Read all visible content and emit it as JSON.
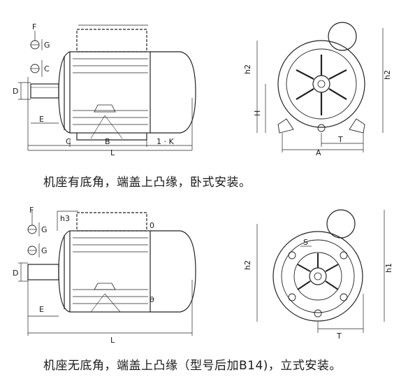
{
  "captions": {
    "top": "机座有底角，端盖上凸缘，卧式安装。",
    "bottom": "机座无底角，端盖上凸缘（型号后加B14)，立式安装。"
  },
  "labels_top_side": {
    "F": "F",
    "G1": "G",
    "C": "C",
    "D": "D",
    "E": "E",
    "B": "B",
    "L": "L",
    "C2": "C",
    "K": "1 · K"
  },
  "labels_top_end": {
    "h2_left": "h2",
    "h2_right": "h2",
    "H": "H",
    "T": "T",
    "A": "A"
  },
  "labels_bottom_side": {
    "F": "F",
    "h3": "h3",
    "G1": "G",
    "G2": "G",
    "D": "D",
    "E": "E",
    "L": "L",
    "theta": "θ",
    "zero": "0"
  },
  "labels_bottom_end": {
    "h2": "h2",
    "h1": "h1",
    "S": "S",
    "T": "T"
  }
}
